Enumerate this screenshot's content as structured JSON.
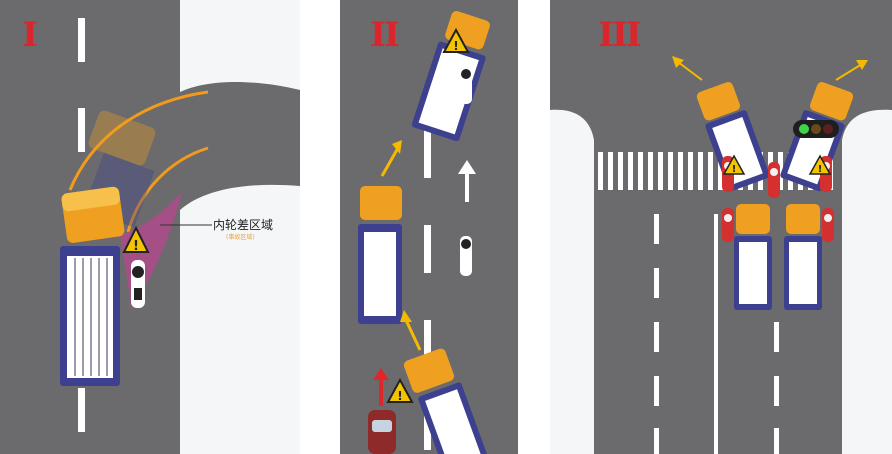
{
  "panels": [
    {
      "numeral": "I",
      "zone_label": "内轮差区域",
      "zone_sublabel": "(事故区域)"
    },
    {
      "numeral": "II"
    },
    {
      "numeral": "III"
    }
  ],
  "colors": {
    "road": "#6b6b6d",
    "lane_marking": "#ffffff",
    "truck_cab": "#f0a020",
    "truck_trailer": "#3d3f8f",
    "warning": "#f5c400",
    "arrow_yellow": "#f6b900",
    "arrow_red": "#e0252b",
    "turn_arc": "#f29a1b",
    "blind_zone": "#d43a9c",
    "numeral": "#d9262c"
  }
}
